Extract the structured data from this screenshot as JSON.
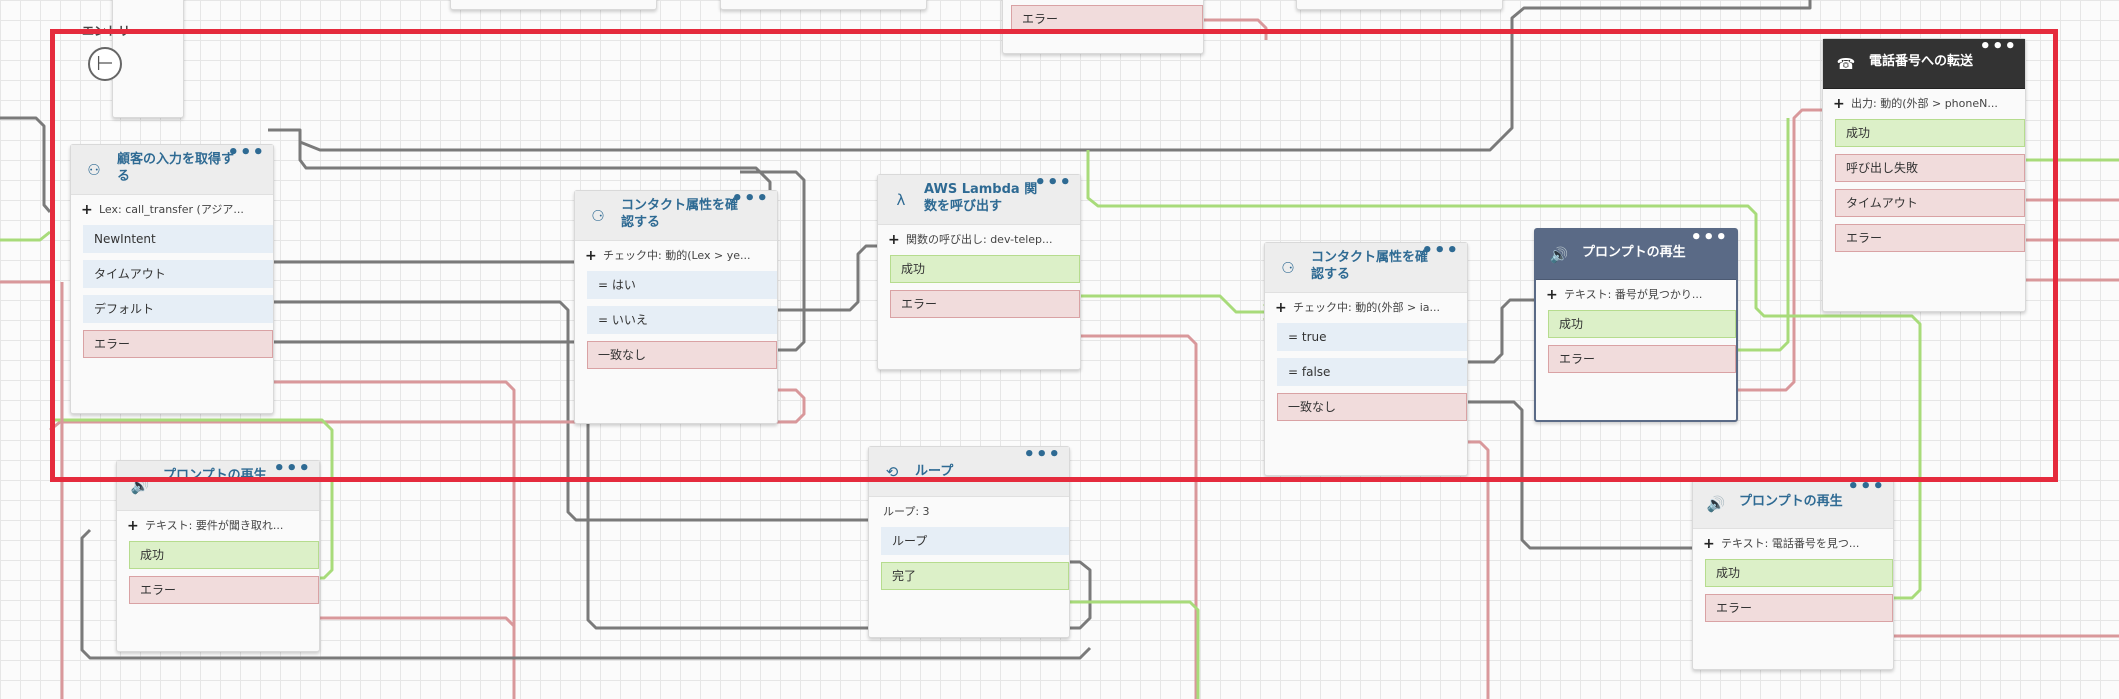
{
  "entry_block": {
    "label": "エントリ",
    "icon": "start-circle-icon"
  },
  "partial_labels": {
    "top_error": "エラー"
  },
  "blocks": {
    "get_input": {
      "title": "顧客の入力を取得する",
      "icon": "customer-input-icon",
      "menu": "•••",
      "param": "Lex: call_transfer (アジア...",
      "branches": [
        "NewIntent",
        "タイムアウト",
        "デフォルト",
        "エラー"
      ]
    },
    "check_attr1": {
      "title": "コンタクト属性を確認する",
      "icon": "check-attribute-icon",
      "menu": "•••",
      "param": "チェック中: 動的(Lex > ye...",
      "branches": [
        "= はい",
        "= いいえ",
        "一致なし"
      ]
    },
    "lambda": {
      "title": "AWS Lambda 関数を呼び出す",
      "icon": "lambda-icon",
      "menu": "•••",
      "param": "関数の呼び出し: dev-telep...",
      "branches": [
        "成功",
        "エラー"
      ]
    },
    "check_attr2": {
      "title": "コンタクト属性を確認する",
      "icon": "check-attribute-icon",
      "menu": "•••",
      "param": "チェック中: 動的(外部 > ia...",
      "branches": [
        "= true",
        "= false",
        "一致なし"
      ]
    },
    "play_prompt_main": {
      "title": "プロンプトの再生",
      "icon": "speaker-icon",
      "menu": "•••",
      "param": "テキスト: 番号が見つかり...",
      "branches": [
        "成功",
        "エラー"
      ]
    },
    "transfer_phone": {
      "title": "電話番号への転送",
      "icon": "phone-transfer-icon",
      "menu": "•••",
      "param": "出力: 動的(外部 > phoneN...",
      "branches": [
        "成功",
        "呼び出し失敗",
        "タイムアウト",
        "エラー"
      ]
    },
    "play_prompt_left": {
      "title": "プロンプトの再生",
      "icon": "speaker-icon",
      "menu": "•••",
      "param": "テキスト: 要件が聞き取れ...",
      "branches": [
        "成功",
        "エラー"
      ]
    },
    "loop": {
      "title": "ループ",
      "icon": "loop-icon",
      "menu": "•••",
      "param": "ループ: 3",
      "branches": [
        "ループ",
        "完了"
      ]
    },
    "play_prompt_right": {
      "title": "プロンプトの再生",
      "icon": "speaker-icon",
      "menu": "•••",
      "param": "テキスト: 電話番号を見つ...",
      "branches": [
        "成功",
        "エラー"
      ]
    }
  },
  "colors": {
    "selection": "#e52b3d",
    "title_blue": "#2e6a93",
    "success_wire": "#a8db7a",
    "error_wire": "#d9989b",
    "default_wire": "#7a7a7a"
  }
}
